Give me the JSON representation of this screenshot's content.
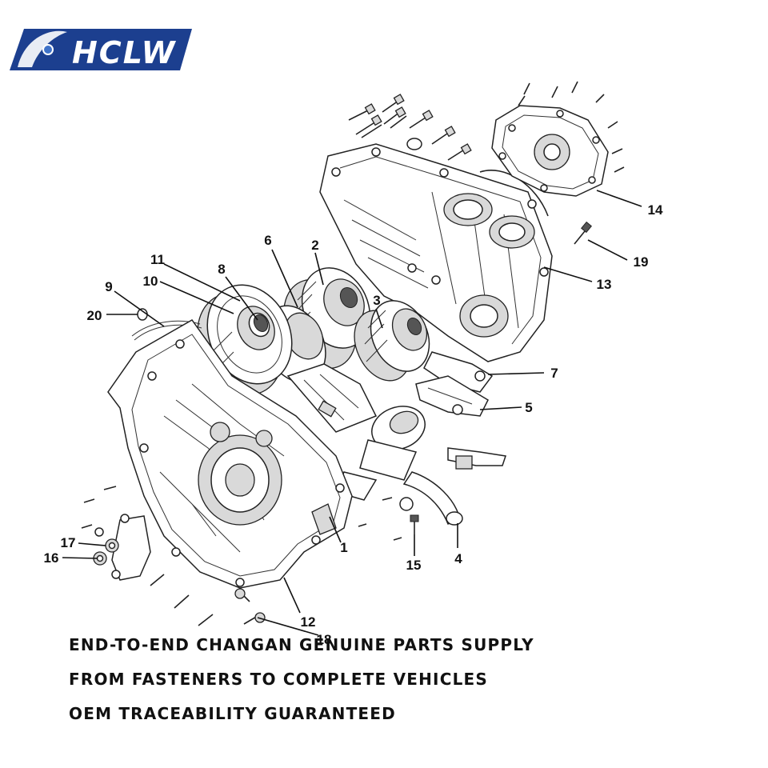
{
  "logo": {
    "text": "HCLW",
    "primary_color": "#1c3f8f",
    "accent_color": "#3f72c8"
  },
  "callouts": [
    {
      "id": "c1",
      "label": "1"
    },
    {
      "id": "c2",
      "label": "2"
    },
    {
      "id": "c3",
      "label": "3"
    },
    {
      "id": "c4",
      "label": "4"
    },
    {
      "id": "c5",
      "label": "5"
    },
    {
      "id": "c6",
      "label": "6"
    },
    {
      "id": "c7",
      "label": "7"
    },
    {
      "id": "c8",
      "label": "8"
    },
    {
      "id": "c9",
      "label": "9"
    },
    {
      "id": "c10",
      "label": "10"
    },
    {
      "id": "c11",
      "label": "11"
    },
    {
      "id": "c12",
      "label": "12"
    },
    {
      "id": "c13",
      "label": "13"
    },
    {
      "id": "c14",
      "label": "14"
    },
    {
      "id": "c15",
      "label": "15"
    },
    {
      "id": "c16",
      "label": "16"
    },
    {
      "id": "c17",
      "label": "17"
    },
    {
      "id": "c18",
      "label": "18"
    },
    {
      "id": "c19",
      "label": "19"
    },
    {
      "id": "c20",
      "label": "20"
    }
  ],
  "tagline": [
    "END-TO-END CHANGAN GENUINE PARTS SUPPLY",
    "FROM FASTENERS TO COMPLETE VEHICLES",
    "OEM TRACEABILITY GUARANTEED"
  ]
}
